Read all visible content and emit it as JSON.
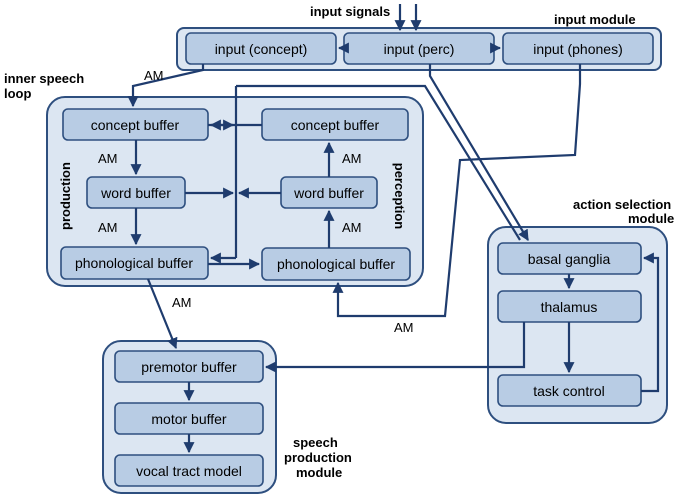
{
  "labels": {
    "input_signals": "input signals",
    "input_module": "input module",
    "inner_speech_1": "inner speech",
    "inner_speech_2": "loop",
    "production": "production",
    "perception": "perception",
    "action_selection_1": "action selection",
    "action_selection_2": "module",
    "speech_production_1": "speech",
    "speech_production_2": "production",
    "speech_production_3": "module",
    "am": "AM"
  },
  "nodes": {
    "input_concept": "input (concept)",
    "input_perc": "input (perc)",
    "input_phones": "input (phones)",
    "prod_concept": "concept buffer",
    "prod_word": "word buffer",
    "prod_phon": "phonological buffer",
    "perc_concept": "concept buffer",
    "perc_word": "word buffer",
    "perc_phon": "phonological buffer",
    "basal_ganglia": "basal ganglia",
    "thalamus": "thalamus",
    "task_control": "task control",
    "premotor": "premotor buffer",
    "motor": "motor buffer",
    "vocal_tract": "vocal tract model"
  },
  "colors": {
    "module_fill": "#dce6f2",
    "node_fill": "#b8cce4",
    "stroke": "#2e4f7f",
    "arrow": "#1f3c6e"
  }
}
